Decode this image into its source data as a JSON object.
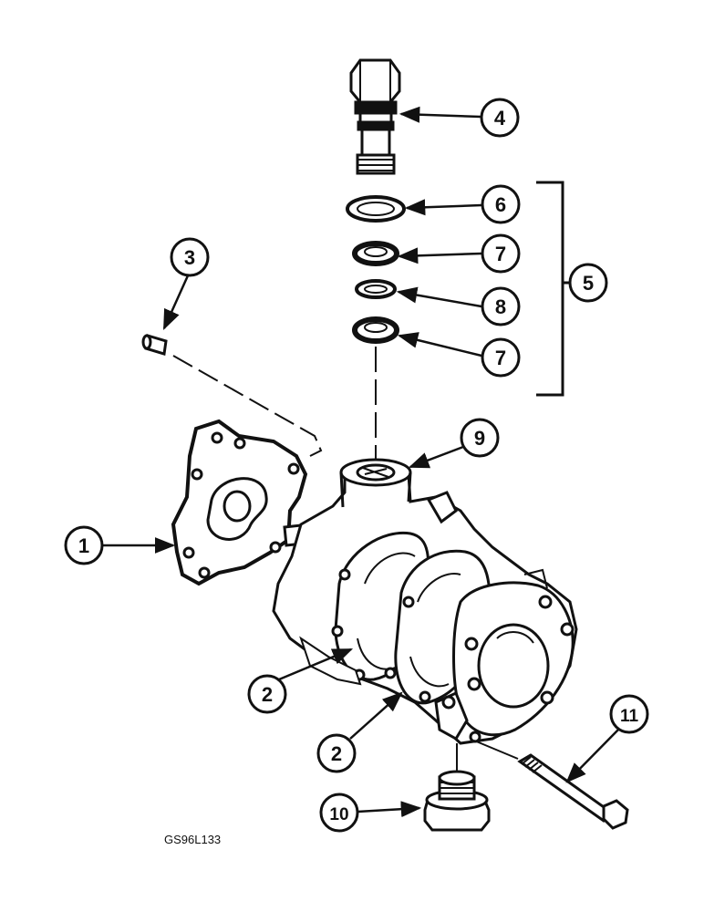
{
  "callouts": {
    "c1": "1",
    "c2a": "2",
    "c2b": "2",
    "c3": "3",
    "c4": "4",
    "c5": "5",
    "c6": "6",
    "c7a": "7",
    "c7b": "7",
    "c8": "8",
    "c9": "9",
    "c10": "10",
    "c11": "11"
  },
  "figure_ref": "GS96L133"
}
